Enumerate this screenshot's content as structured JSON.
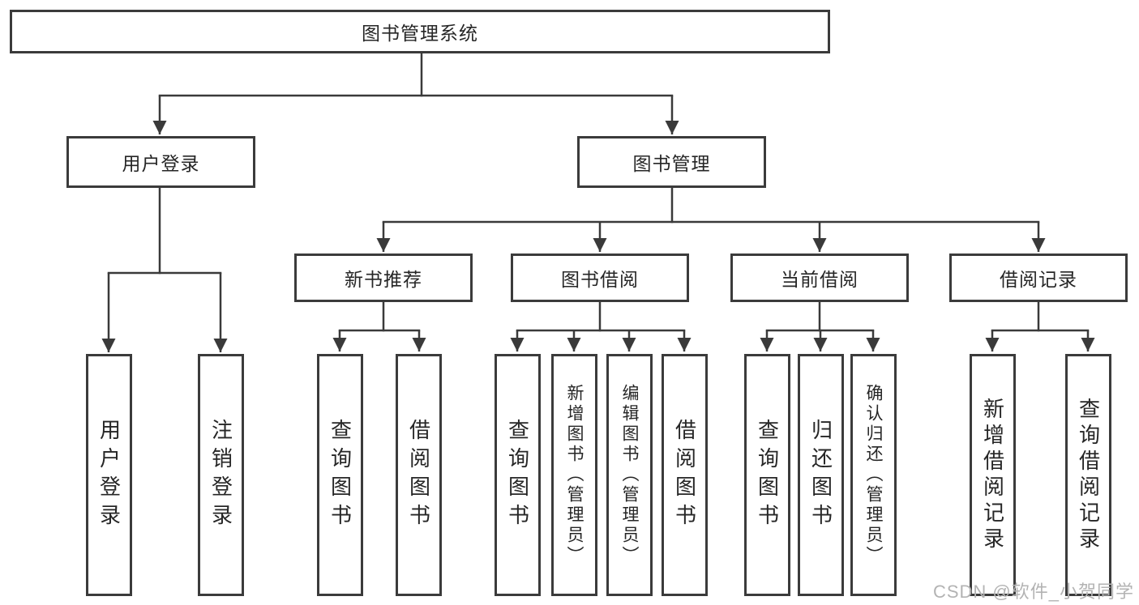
{
  "colors": {
    "line": "#3a3a3a",
    "border": "#3b3b3b",
    "text": "#262626",
    "watermark": "#b3b3b3",
    "background": "#ffffff"
  },
  "watermark": {
    "text": "CSDN @软件_小贺同学"
  },
  "tree": {
    "root": {
      "label": "图书管理系统"
    },
    "level2": [
      {
        "label": "用户登录",
        "leaves": [
          "用户登录",
          "注销登录"
        ]
      },
      {
        "label": "图书管理",
        "groups": [
          {
            "label": "新书推荐",
            "leaves": [
              "查询图书",
              "借阅图书"
            ]
          },
          {
            "label": "图书借阅",
            "leaves": [
              "查询图书",
              "新增图书（管理员）",
              "编辑图书（管理员）",
              "借阅图书"
            ]
          },
          {
            "label": "当前借阅",
            "leaves": [
              "查询图书",
              "归还图书",
              "确认归还（管理员）"
            ]
          },
          {
            "label": "借阅记录",
            "leaves": [
              "新增借阅记录",
              "查询借阅记录"
            ]
          }
        ]
      }
    ]
  }
}
